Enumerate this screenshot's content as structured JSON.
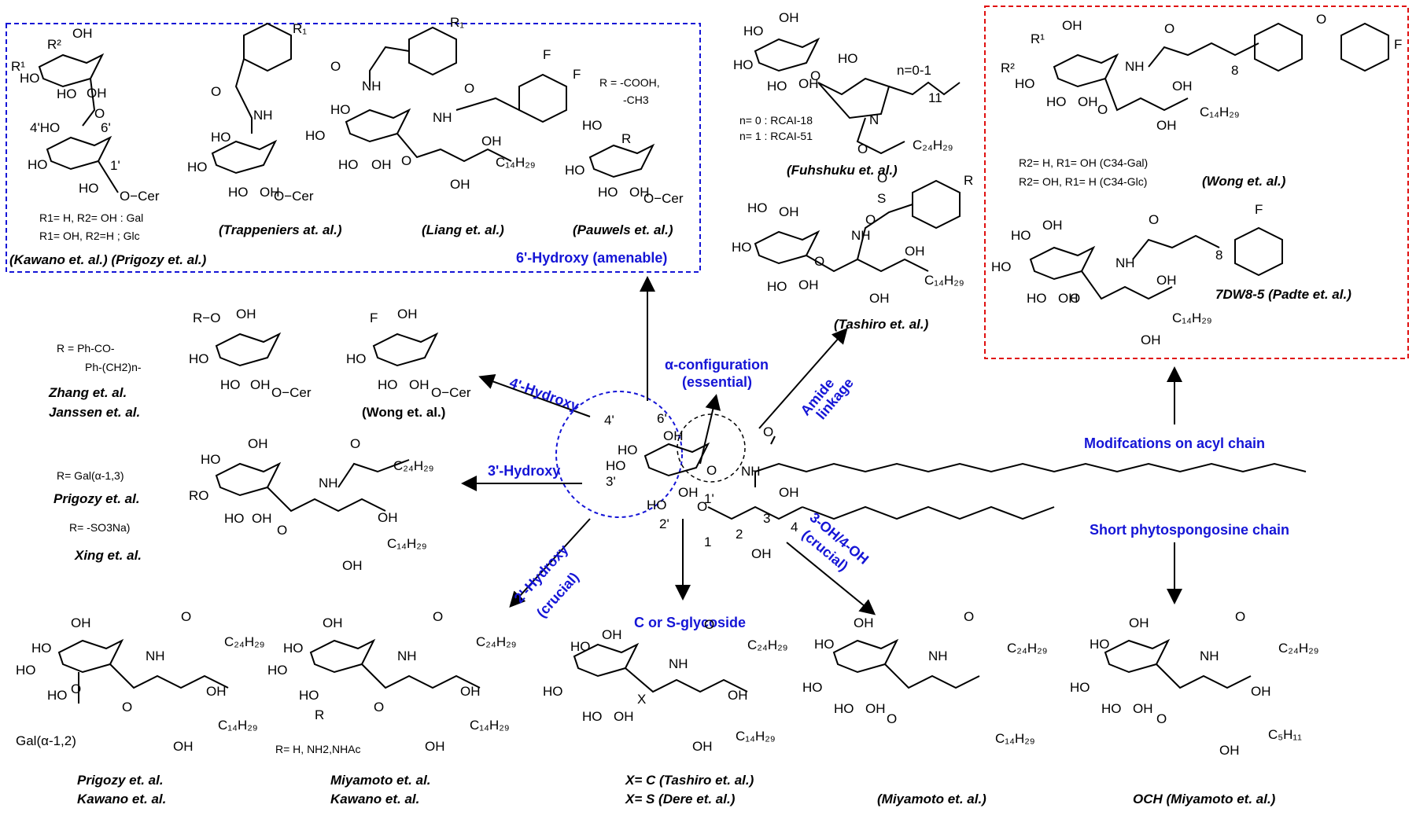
{
  "boxes": {
    "blue_title": "6'-Hydroxy (amenable)"
  },
  "refs": {
    "kawano_prigozy": "(Kawano et. al.) (Prigozy et. al.)",
    "trappeniers": "(Trappeniers at. al.)",
    "liang": "(Liang et. al.)",
    "pauwels": "(Pauwels et. al.)",
    "fuhshuku": "(Fuhshuku et. al.)",
    "tashiro_amide": "(Tashiro et. al.)",
    "wong_acyl": "(Wong et. al.)",
    "padte": "7DW8-5 (Padte et. al.)",
    "zhang": "Zhang et. al.",
    "janssen": "Janssen et. al.",
    "wong_4": "(Wong et. al.)",
    "prigozy_3": "Prigozy et. al.",
    "xing": "Xing et. al.",
    "prigozy_2": "Prigozy et. al.",
    "kawano_2": "Kawano et. al.",
    "miyamoto_2": "Miyamoto et. al.",
    "kawano_2b": "Kawano et. al.",
    "tashiro_c": "X= C (Tashiro et. al.)",
    "dere_s": "X= S (Dere et. al.)",
    "miyamoto_34": "(Miyamoto et. al.)",
    "och": "OCH (Miyamoto et. al.)"
  },
  "notes": {
    "gal": "R1= H, R2= OH : Gal",
    "glc": "R1= OH, R2=H  ; Glc",
    "r_cooh": "R = -COOH,",
    "r_ch3": "-CH3",
    "rcai18": "n= 0 : RCAI-18",
    "rcai51": "n= 1 : RCAI-51",
    "c34gal": "R2= H, R1= OH (C34-Gal)",
    "c34glc": "R2= OH, R1= H (C34-Glc)",
    "r_phco": "R = Ph-CO-",
    "r_phch2": "Ph-(CH2)n-",
    "r_gal13": "R= Gal(α-1,3)",
    "r_so3na": "R= -SO3Na)",
    "r_nh2": "R= H, NH2,NHAc",
    "gal12": "Gal(α-1,2)"
  },
  "arrows": {
    "hydroxy4": "4'-Hydroxy",
    "hydroxy3": "3'-Hydroxy",
    "hydroxy2a": "2'-Hydroxy",
    "hydroxy2b": "(crucial)",
    "alpha_a": "α-configuration",
    "alpha_b": "(essential)",
    "amide_a": "Amide",
    "amide_b": "linkage",
    "oh34_a": "3-OH/4-OH",
    "oh34_b": "(crucial)",
    "glycoside": "C or S-glycoside",
    "acyl": "Modifcations on acyl chain",
    "short": "Short phytospongosine chain"
  },
  "center": {
    "pos4": "4'",
    "pos6": "6'",
    "pos3": "3'",
    "pos2": "2'",
    "pos1p": "1'",
    "c1": "1",
    "c2": "2",
    "c3": "3",
    "c4": "4",
    "ho": "HO",
    "nh": "NH",
    "oh": "OH",
    "o": "O"
  },
  "colors": {
    "blue": "#1515d6",
    "red": "#e01010"
  }
}
